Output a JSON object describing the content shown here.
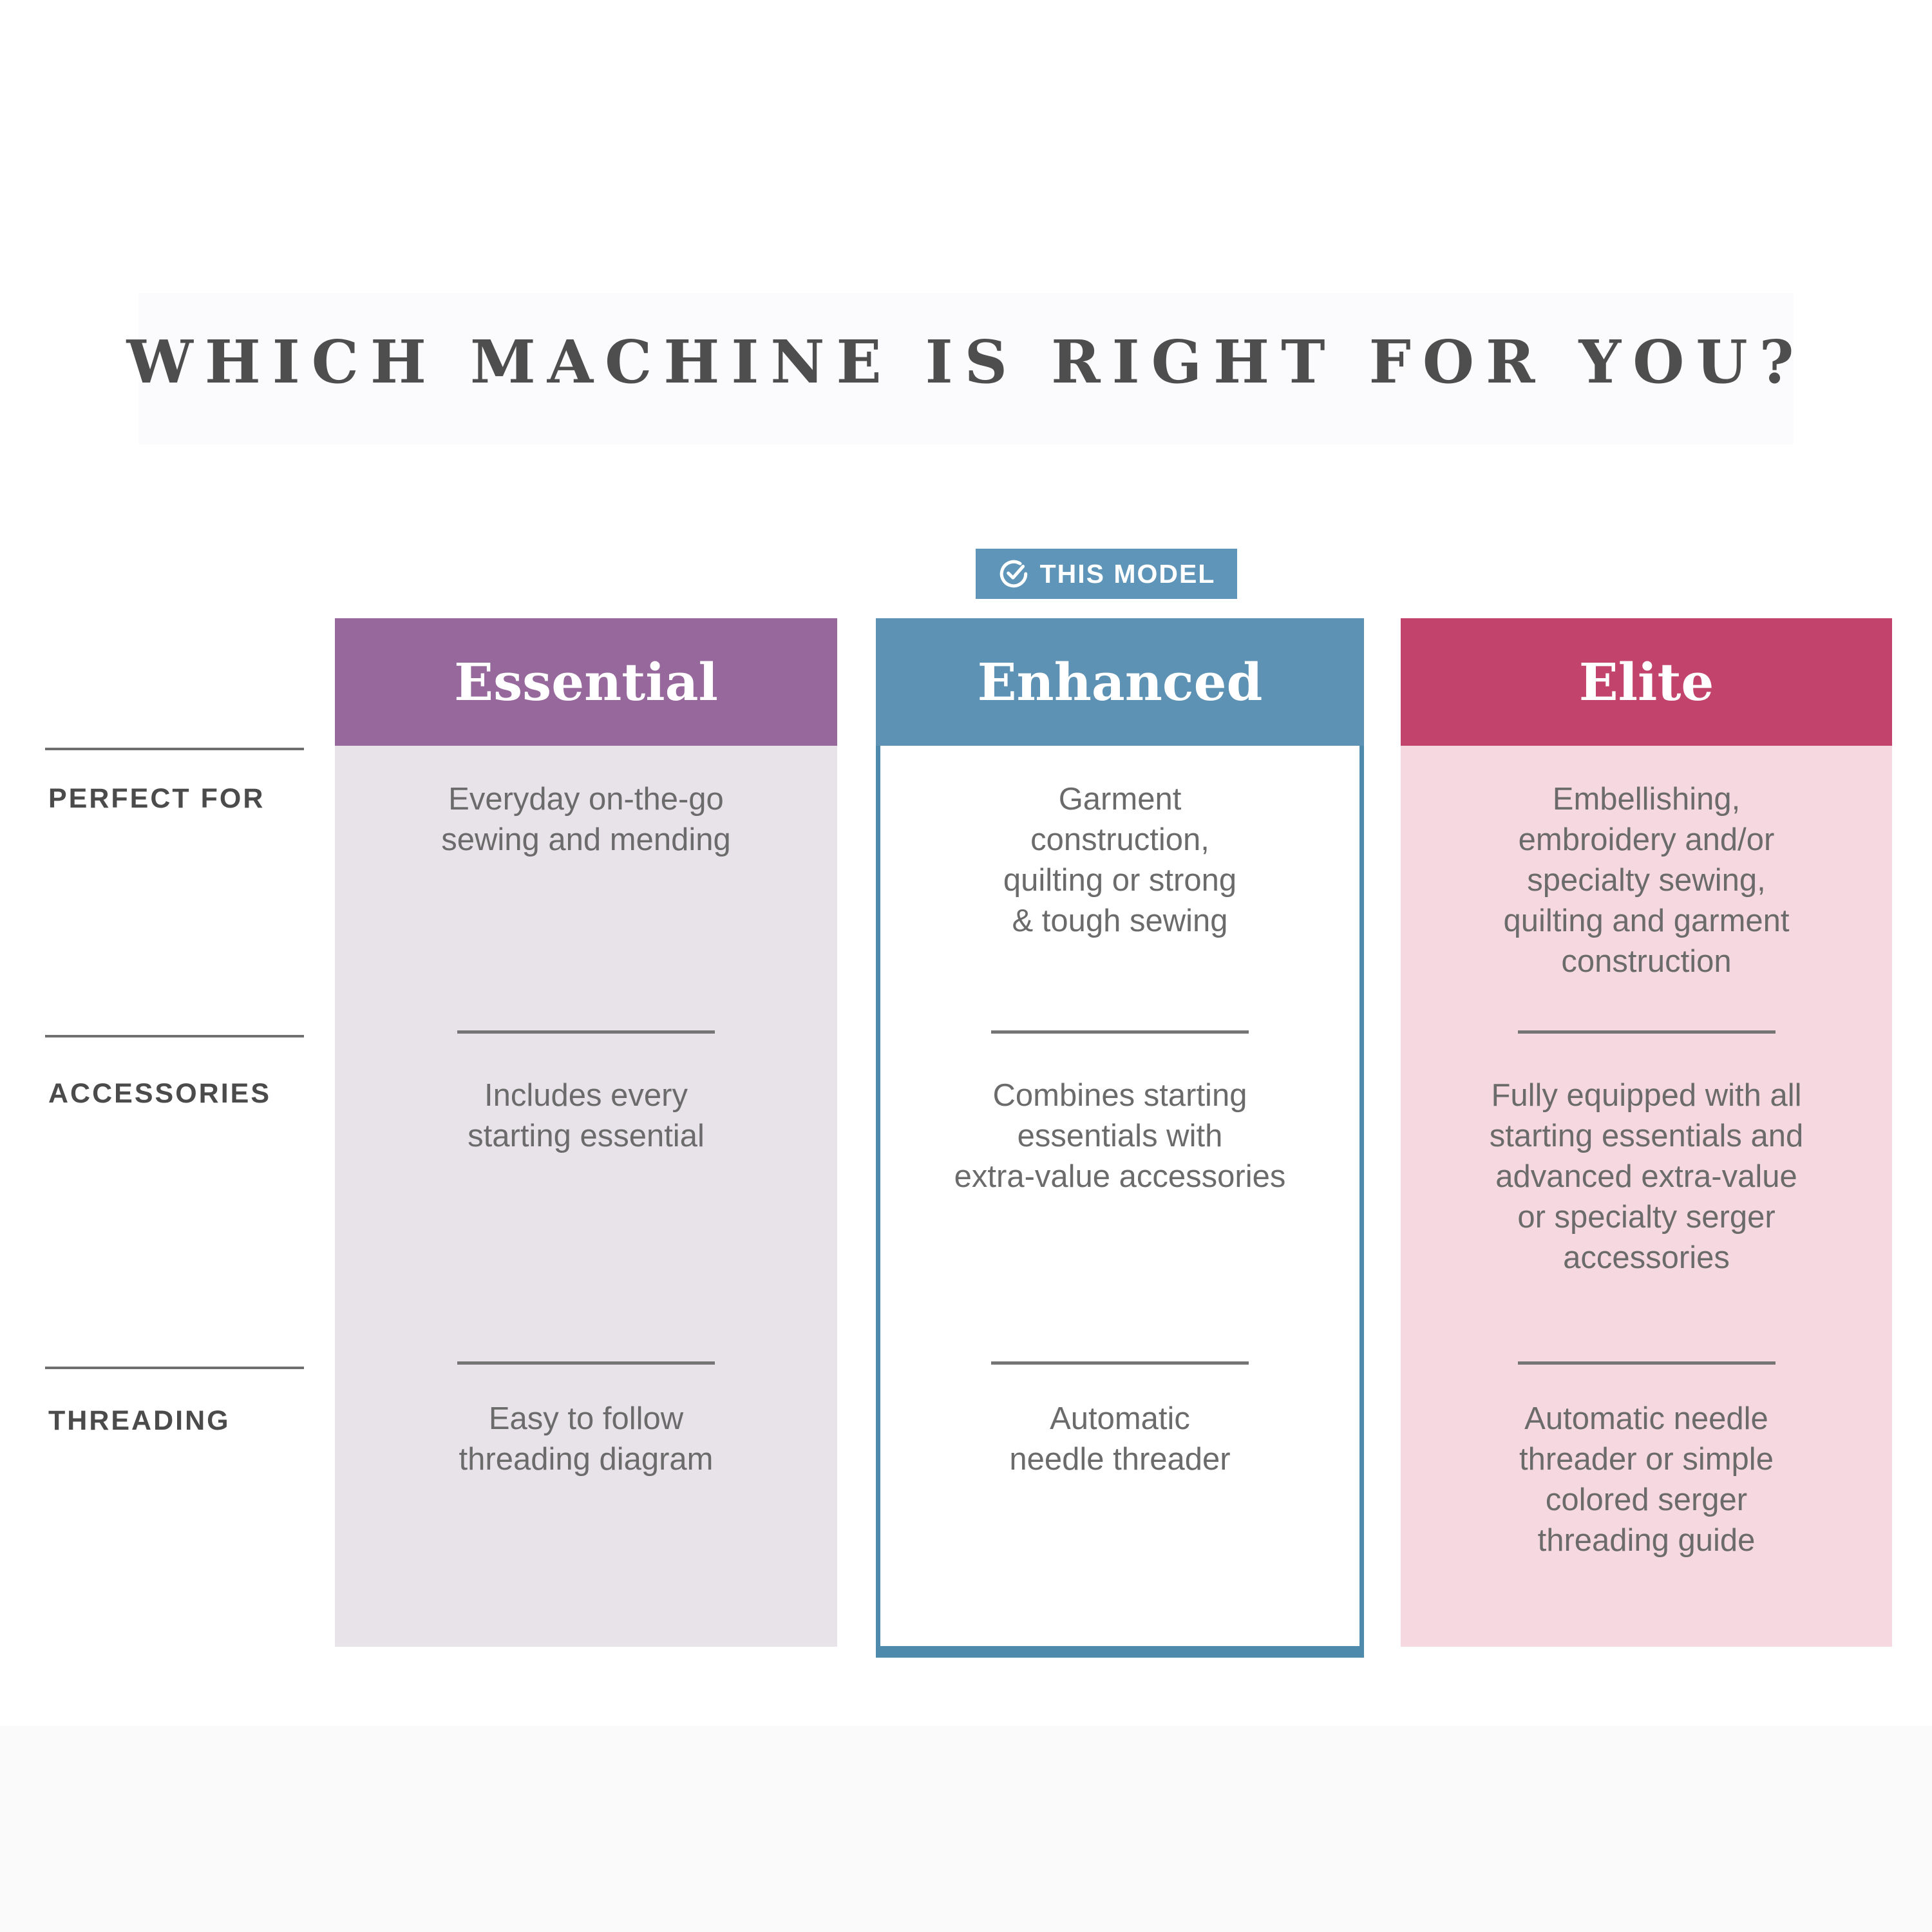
{
  "page": {
    "title": "WHICH MACHINE IS RIGHT FOR YOU?"
  },
  "badge": {
    "label": "THIS MODEL",
    "icon": "check-circle-icon",
    "bg_color": "#5e95b8",
    "text_color": "#ffffff"
  },
  "rows": [
    {
      "label": "PERFECT FOR"
    },
    {
      "label": "ACCESSORIES"
    },
    {
      "label": "THREADING"
    }
  ],
  "columns": [
    {
      "name": "Essential",
      "highlighted": false,
      "header_color": "#96689c",
      "body_color": "#e8e2e9",
      "perfect_for": "Everyday on-the-go\nsewing and mending",
      "accessories": "Includes every\nstarting essential",
      "threading": "Easy to follow\nthreading diagram"
    },
    {
      "name": "Enhanced",
      "highlighted": true,
      "header_color": "#5d92b4",
      "body_color": "#ffffff",
      "border_color": "#4d8aac",
      "perfect_for": "Garment\nconstruction,\nquilting or strong\n& tough sewing",
      "accessories": "Combines starting\nessentials with\nextra-value accessories",
      "threading": "Automatic\nneedle threader"
    },
    {
      "name": "Elite",
      "highlighted": false,
      "header_color": "#c2436b",
      "body_color": "#f6d8e1",
      "perfect_for": "Embellishing,\nembroidery and/or\nspecialty sewing,\nquilting and garment\nconstruction",
      "accessories": "Fully equipped with all\nstarting essentials and\nadvanced extra-value\nor specialty serger\naccessories",
      "threading": "Automatic needle\nthreader or simple\ncolored serger\nthreading guide"
    }
  ]
}
